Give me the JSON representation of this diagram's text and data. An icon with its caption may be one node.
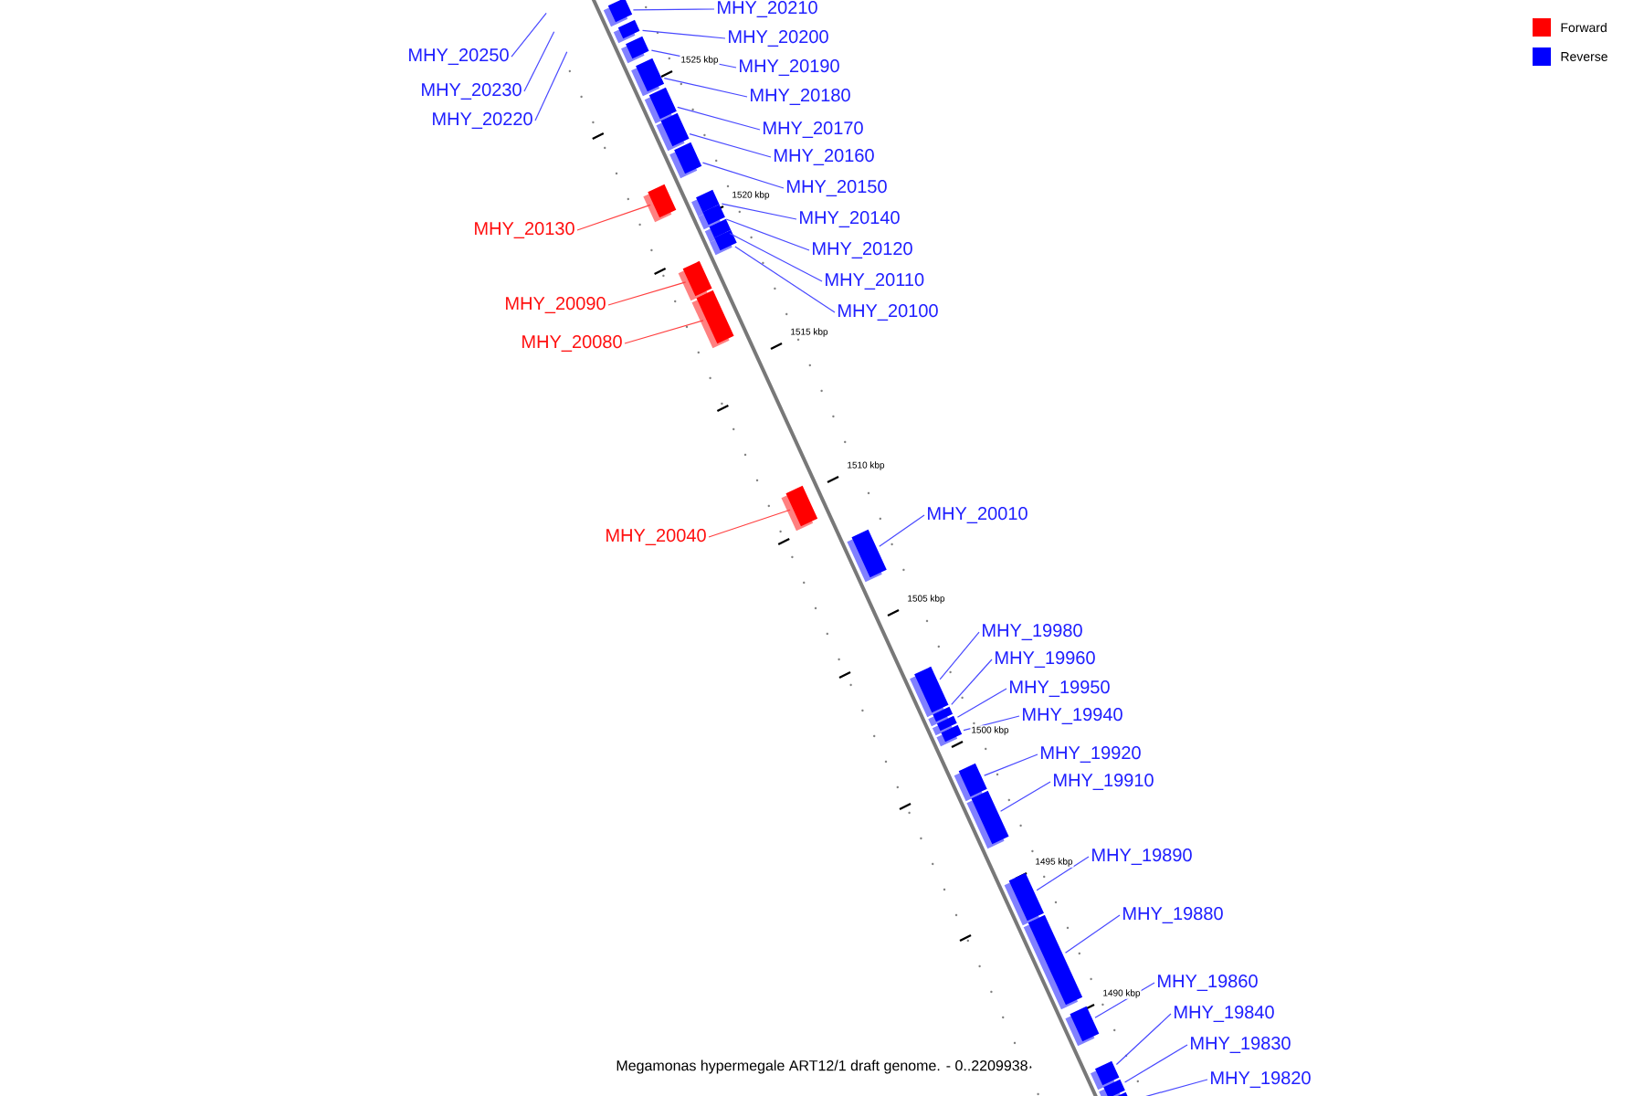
{
  "diagram": {
    "caption": "Megamonas hypermegale ART12/1 draft genome. - 0..2209938",
    "nodes": [
      {
        "text": [
          "MHY_20250"
        ]
      },
      {
        "text": [
          "MHY_20230"
        ]
      },
      {
        "text": [
          "MHY_20220"
        ]
      },
      {
        "text": [
          "MHY_20210"
        ]
      },
      {
        "text": [],
        "shape": "bar"
      },
      {
        "text": [
          "MHY_20200"
        ]
      },
      {
        "text": [],
        "shape": "bar"
      },
      {
        "text": [
          "MHY_20190"
        ]
      },
      {
        "text": [],
        "shape": "bar"
      },
      {
        "text": [
          "MHY_20180"
        ]
      },
      {
        "text": [],
        "shape": "bar"
      },
      {
        "text": [
          "MHY_20170"
        ]
      },
      {
        "text": [],
        "shape": "bar"
      },
      {
        "text": [
          "MHY_20160"
        ]
      },
      {
        "text": [],
        "shape": "bar"
      },
      {
        "text": [
          "MHY_20150"
        ]
      },
      {
        "text": [],
        "shape": "bar"
      },
      {
        "text": [
          "MHY_20130"
        ]
      },
      {
        "text": [],
        "shape": "bar"
      },
      {
        "text": [
          "MHY_20140"
        ]
      },
      {
        "text": [],
        "shape": "bar"
      },
      {
        "text": [
          "MHY_20120"
        ]
      },
      {
        "text": [],
        "shape": "bar"
      },
      {
        "text": [
          "MHY_20110"
        ]
      },
      {
        "text": [],
        "shape": "bar"
      },
      {
        "text": [
          "MHY_20100"
        ]
      },
      {
        "text": [],
        "shape": "bar"
      },
      {
        "text": [
          "MHY_20090"
        ]
      },
      {
        "text": [],
        "shape": "bar"
      },
      {
        "text": [
          "MHY_20080"
        ]
      },
      {
        "text": [],
        "shape": "bar"
      },
      {
        "text": [
          "MHY_20040"
        ]
      },
      {
        "text": [],
        "shape": "bar"
      },
      {
        "text": [
          "MHY_20010"
        ]
      },
      {
        "text": [],
        "shape": "bar"
      },
      {
        "text": [
          "MHY_19980"
        ]
      },
      {
        "text": [],
        "shape": "bar"
      },
      {
        "text": [
          "MHY_19960"
        ]
      },
      {
        "text": [],
        "shape": "bar"
      },
      {
        "text": [
          "MHY_19950"
        ]
      },
      {
        "text": [],
        "shape": "bar"
      },
      {
        "text": [
          "MHY_19940"
        ]
      },
      {
        "text": [],
        "shape": "bar"
      },
      {
        "text": [
          "MHY_19920"
        ]
      },
      {
        "text": [],
        "shape": "bar"
      },
      {
        "text": [
          "MHY_19910"
        ]
      },
      {
        "text": [],
        "shape": "bar"
      },
      {
        "text": [
          "MHY_19890"
        ]
      },
      {
        "text": [],
        "shape": "bar"
      },
      {
        "text": [
          "MHY_19880"
        ]
      },
      {
        "text": [],
        "shape": "bar"
      },
      {
        "text": [
          "MHY_19860"
        ]
      },
      {
        "text": [],
        "shape": "bar"
      },
      {
        "text": [
          "MHY_19840"
        ]
      },
      {
        "text": [],
        "shape": "bar"
      },
      {
        "text": [
          "MHY_19830"
        ]
      },
      {
        "text": [],
        "shape": "bar"
      },
      {
        "text": [
          "MHY_19820"
        ]
      },
      {
        "text": [],
        "shape": "bar"
      }
    ],
    "edges": [
      {
        "from": 0,
        "to": null,
        "arrow": "none"
      },
      {
        "from": 1,
        "to": null,
        "arrow": "none"
      },
      {
        "from": 2,
        "to": null,
        "arrow": "none"
      },
      {
        "from": 3,
        "to": 4,
        "arrow": "none"
      },
      {
        "from": 5,
        "to": 6,
        "arrow": "none"
      },
      {
        "from": 7,
        "to": 8,
        "arrow": "none"
      },
      {
        "from": 9,
        "to": 10,
        "arrow": "none"
      },
      {
        "from": 11,
        "to": 12,
        "arrow": "none"
      },
      {
        "from": 13,
        "to": 14,
        "arrow": "none"
      },
      {
        "from": 15,
        "to": 16,
        "arrow": "none"
      },
      {
        "from": 17,
        "to": 18,
        "arrow": "none",
        "color": "#ff4040"
      },
      {
        "from": 19,
        "to": 20,
        "arrow": "none"
      },
      {
        "from": 21,
        "to": 22,
        "arrow": "none"
      },
      {
        "from": 23,
        "to": 24,
        "arrow": "none"
      },
      {
        "from": 25,
        "to": 26,
        "arrow": "none"
      },
      {
        "from": 27,
        "to": 28,
        "arrow": "none",
        "color": "#ff4040"
      },
      {
        "from": 29,
        "to": 30,
        "arrow": "none",
        "color": "#ff4040"
      },
      {
        "from": 31,
        "to": 32,
        "arrow": "none",
        "color": "#ff4040"
      },
      {
        "from": 33,
        "to": 34,
        "arrow": "none"
      },
      {
        "from": 35,
        "to": 36,
        "arrow": "none"
      },
      {
        "from": 37,
        "to": 38,
        "arrow": "none"
      },
      {
        "from": 39,
        "to": 40,
        "arrow": "none"
      },
      {
        "from": 41,
        "to": 42,
        "arrow": "none"
      },
      {
        "from": 43,
        "to": 44,
        "arrow": "none"
      },
      {
        "from": 45,
        "to": 46,
        "arrow": "none"
      },
      {
        "from": 47,
        "to": 48,
        "arrow": "none"
      },
      {
        "from": 49,
        "to": 50,
        "arrow": "none"
      },
      {
        "from": 51,
        "to": 52,
        "arrow": "none"
      },
      {
        "from": 53,
        "to": 54,
        "arrow": "none"
      },
      {
        "from": 55,
        "to": 56,
        "arrow": "none"
      },
      {
        "from": 57,
        "to": 58,
        "arrow": "none"
      }
    ],
    "labels": [
      "1525 kbp",
      "1520 kbp",
      "1515 kbp",
      "1510 kbp",
      "1505 kbp",
      "1500 kbp",
      "1495 kbp",
      "1490 kbp"
    ],
    "legend": [
      {
        "text": "Forward",
        "color": "#ff0000"
      },
      {
        "text": "Reverse",
        "color": "#0000ff"
      }
    ]
  }
}
